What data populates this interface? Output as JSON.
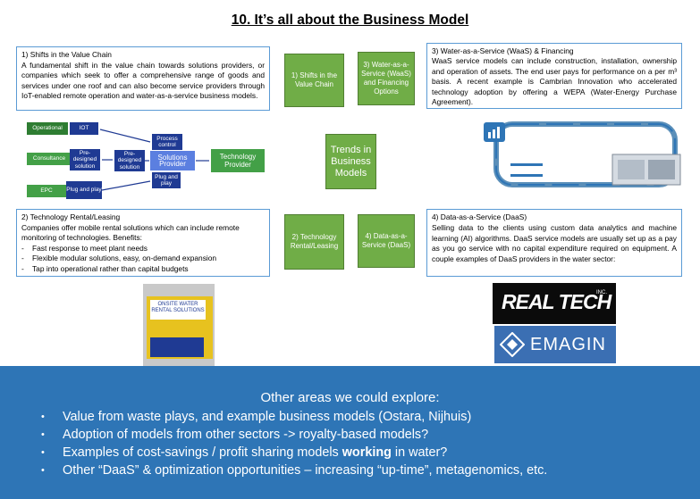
{
  "title": "10.  It’s all about the Business Model",
  "center": {
    "label": "Trends in Business Models"
  },
  "boxes": {
    "shifts": {
      "heading": "1) Shifts in the Value Chain",
      "body": "A fundamental shift in the value chain towards solutions providers, or companies which seek to offer a comprehensive range of goods and services under one roof and can also become service providers through IoT-enabled remote operation and water-as-a-service business models."
    },
    "waas": {
      "heading": "3) Water-as-a-Service (WaaS) & Financing",
      "body": "WaaS service models can include construction, installation, ownership and operation of assets. The end user pays for performance on a per m³ basis. A recent example is Cambrian Innovation who accelerated technology adoption by offering a WEPA (Water-Energy Purchase Agreement)."
    },
    "rental": {
      "heading": "2) Technology Rental/Leasing",
      "intro": "Companies offer mobile rental solutions which can include remote monitoring of technologies. Benefits:",
      "items": [
        "Fast response to meet plant needs",
        "Flexible modular solutions, easy, on-demand expansion",
        "Tap into operational rather than capital budgets"
      ]
    },
    "daas": {
      "heading": "4) Data-as-a-Service (DaaS)",
      "body": "Selling data to the clients using custom data analytics and machine learning (AI) algorithms. DaaS service models are usually set up as a pay as you go service with no capital expenditure required on equipment. A couple examples of DaaS providers in the water sector:"
    }
  },
  "tiles": {
    "t1": "1) Shifts in the Value Chain",
    "t3": "3) Water-as-a-Service (WaaS) and Financing Options",
    "t2": "2) Technology Rental/Leasing",
    "t4": "4) Data-as-a-Service (DaaS)"
  },
  "value_chain": {
    "operational": "Operational",
    "iot": "IOT",
    "process_control": "Process control",
    "consultancy": "Consultance",
    "predesigned": "Pre-designed solution",
    "solutions_provider": "Solutions Provider",
    "technology_provider": "Technology Provider",
    "epc": "EPC",
    "plug_and_play": "Plug and play"
  },
  "rental_image": {
    "sign": "ONSITE WATER RENTAL SOLUTIONS"
  },
  "logos": {
    "realtech": "REAL TECH",
    "realtech_suffix": "INC.",
    "emagin": "EMAGIN"
  },
  "bottom": {
    "heading": "Other areas we could explore:",
    "items": [
      {
        "pre": "Value from waste plays, and example business models (Ostara, Nijhuis)"
      },
      {
        "pre": "Adoption of models from other sectors -> royalty-based models?"
      },
      {
        "pre": "Examples of cost-savings / profit sharing models ",
        "bold": "working",
        "post": " in water?"
      },
      {
        "pre": "Other “DaaS” & optimization opportunities – increasing “up-time”, metagenomics, etc."
      }
    ]
  },
  "colors": {
    "green": "#70ad47",
    "blue_band": "#2e75b6",
    "box_border": "#5b9bd5"
  }
}
